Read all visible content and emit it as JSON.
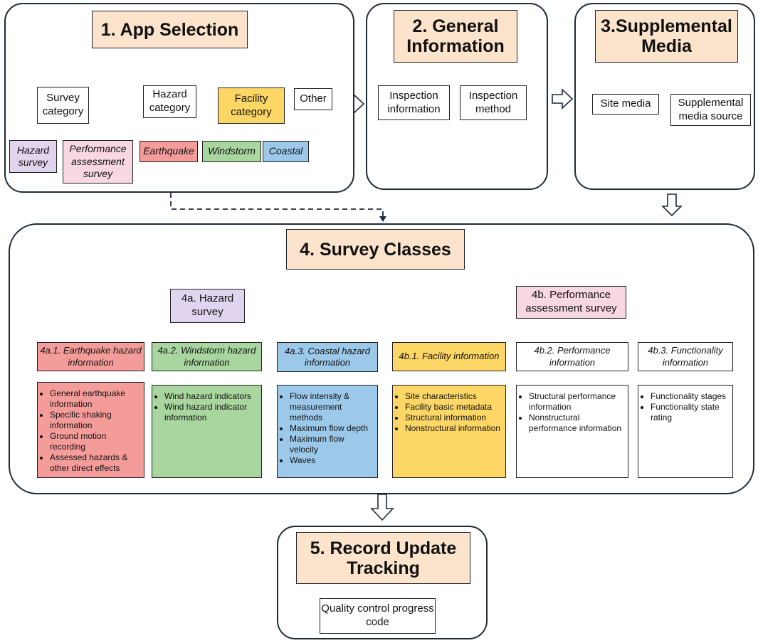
{
  "colors": {
    "title_fill": "#fbe3cc",
    "purple": "#e0d4ee",
    "pink": "#f7d7e2",
    "red": "#f49c9a",
    "green": "#a9d59e",
    "blue": "#9cc8ea",
    "yellow": "#fdd766"
  },
  "s1": {
    "title": "1. App Selection",
    "survey_category": "Survey category",
    "hazard_category": "Hazard category",
    "facility_category": "Facility category",
    "other": "Other",
    "hazard_survey": "Hazard survey",
    "performance_survey": "Performance assessment survey",
    "earthquake": "Earthquake",
    "windstorm": "Windstorm",
    "coastal": "Coastal"
  },
  "s2": {
    "title": "2. General Information",
    "inspection_information": "Inspection information",
    "inspection_method": "Inspection method"
  },
  "s3": {
    "title": "3.Supplemental Media",
    "site_media": "Site media",
    "supplemental_media_source": "Supplemental media source"
  },
  "s4": {
    "title": "4. Survey Classes",
    "hazard_survey": "4a. Hazard survey",
    "performance_survey": "4b. Performance assessment survey",
    "a1": {
      "title": "4a.1. Earthquake hazard information",
      "items": [
        "General earthquake information",
        "Specific shaking information",
        "Ground motion recording",
        "Assessed hazards & other direct effects"
      ]
    },
    "a2": {
      "title": "4a.2. Windstorm hazard information",
      "items": [
        "Wind hazard indicators",
        "Wind hazard indicator information"
      ]
    },
    "a3": {
      "title": "4a.3. Coastal hazard information",
      "items": [
        "Flow intensity & measurement methods",
        "Maximum flow depth",
        "Maximum flow velocity",
        "Waves"
      ]
    },
    "b1": {
      "title": "4b.1. Facility information",
      "items": [
        "Site characteristics",
        "Facility basic metadata",
        "Structural information",
        "Nonstructural information"
      ]
    },
    "b2": {
      "title": "4b.2. Performance information",
      "items": [
        "Structural performance information",
        "Nonstructural performance information"
      ]
    },
    "b3": {
      "title": "4b.3. Functionality information",
      "items": [
        "Functionality stages",
        "Functionality state rating"
      ]
    }
  },
  "s5": {
    "title": "5. Record Update Tracking",
    "quality_control": "Quality control progress code"
  }
}
